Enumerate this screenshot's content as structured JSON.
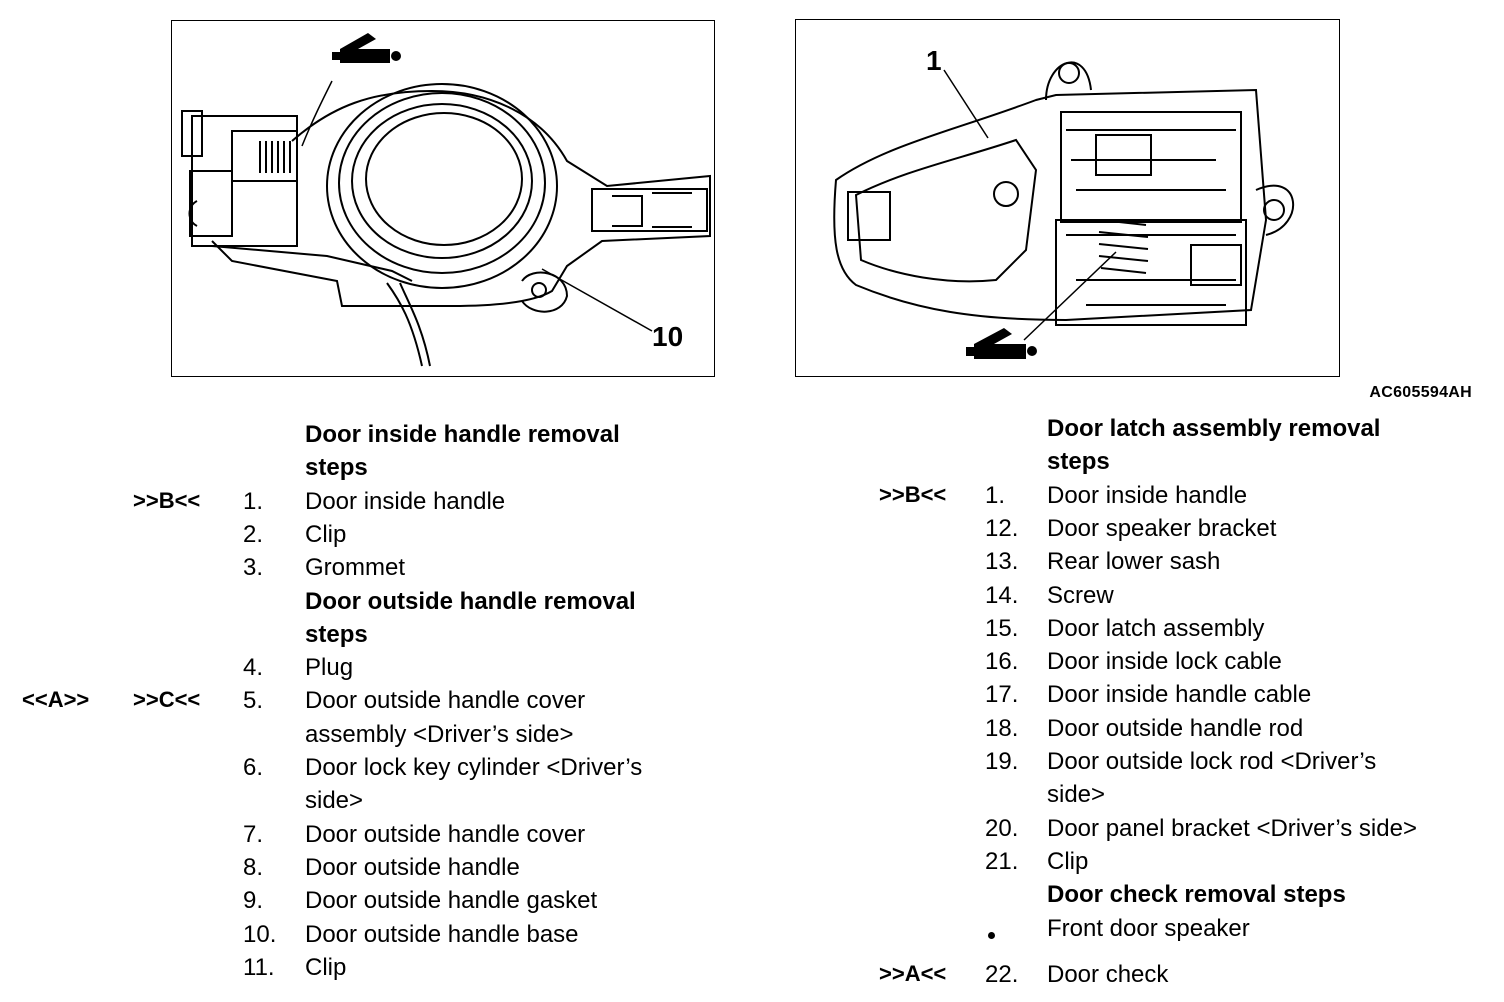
{
  "figures": {
    "left_callout": "10",
    "right_callout": "1",
    "figure_code": "AC605594AH",
    "icons": [
      "lubricant-gun-icon",
      "lubricant-gun-icon"
    ]
  },
  "left": {
    "sections": [
      {
        "title_lines": [
          "Door inside handle removal",
          "steps"
        ],
        "steps": [
          {
            "tag_a": "",
            "tag_b": ">>B<<",
            "num": "1.",
            "lines": [
              "Door inside handle"
            ]
          },
          {
            "tag_a": "",
            "tag_b": "",
            "num": "2.",
            "lines": [
              "Clip"
            ]
          },
          {
            "tag_a": "",
            "tag_b": "",
            "num": "3.",
            "lines": [
              "Grommet"
            ]
          }
        ]
      },
      {
        "title_lines": [
          "Door outside handle removal",
          "steps"
        ],
        "steps": [
          {
            "tag_a": "",
            "tag_b": "",
            "num": "4.",
            "lines": [
              "Plug"
            ]
          },
          {
            "tag_a": "<<A>>",
            "tag_b": ">>C<<",
            "num": "5.",
            "lines": [
              "Door outside handle cover",
              "assembly <Driver’s side>"
            ]
          },
          {
            "tag_a": "",
            "tag_b": "",
            "num": "6.",
            "lines": [
              "Door lock key cylinder <Driver’s",
              "side>"
            ]
          },
          {
            "tag_a": "",
            "tag_b": "",
            "num": "7.",
            "lines": [
              "Door outside handle cover"
            ]
          },
          {
            "tag_a": "",
            "tag_b": "",
            "num": "8.",
            "lines": [
              "Door outside handle"
            ]
          },
          {
            "tag_a": "",
            "tag_b": "",
            "num": "9.",
            "lines": [
              "Door outside handle gasket"
            ]
          },
          {
            "tag_a": "",
            "tag_b": "",
            "num": "10.",
            "lines": [
              "Door outside handle base"
            ]
          },
          {
            "tag_a": "",
            "tag_b": "",
            "num": "11.",
            "lines": [
              "Clip"
            ]
          }
        ]
      }
    ]
  },
  "right": {
    "sections": [
      {
        "title_lines": [
          "Door latch assembly removal",
          "steps"
        ],
        "steps": [
          {
            "tag_b": ">>B<<",
            "num": "1.",
            "lines": [
              "Door inside handle"
            ]
          },
          {
            "tag_b": "",
            "num": "12.",
            "lines": [
              "Door speaker bracket"
            ]
          },
          {
            "tag_b": "",
            "num": "13.",
            "lines": [
              "Rear lower sash"
            ]
          },
          {
            "tag_b": "",
            "num": "14.",
            "lines": [
              "Screw"
            ]
          },
          {
            "tag_b": "",
            "num": "15.",
            "lines": [
              "Door latch assembly"
            ]
          },
          {
            "tag_b": "",
            "num": "16.",
            "lines": [
              "Door inside lock cable"
            ]
          },
          {
            "tag_b": "",
            "num": "17.",
            "lines": [
              "Door inside handle cable"
            ]
          },
          {
            "tag_b": "",
            "num": "18.",
            "lines": [
              "Door outside handle rod"
            ]
          },
          {
            "tag_b": "",
            "num": "19.",
            "lines": [
              "Door outside lock rod <Driver’s",
              "side>"
            ]
          },
          {
            "tag_b": "",
            "num": "20.",
            "lines": [
              "Door panel bracket <Driver’s side>"
            ]
          },
          {
            "tag_b": "",
            "num": "21.",
            "lines": [
              "Clip"
            ]
          }
        ]
      },
      {
        "title_lines": [
          "Door check removal steps"
        ],
        "steps": [
          {
            "tag_b": "",
            "num": "",
            "bullet": true,
            "lines": [
              "Front door speaker"
            ]
          },
          {
            "tag_b": ">>A<<",
            "num": "22.",
            "lines": [
              "Door check"
            ]
          }
        ]
      }
    ]
  }
}
